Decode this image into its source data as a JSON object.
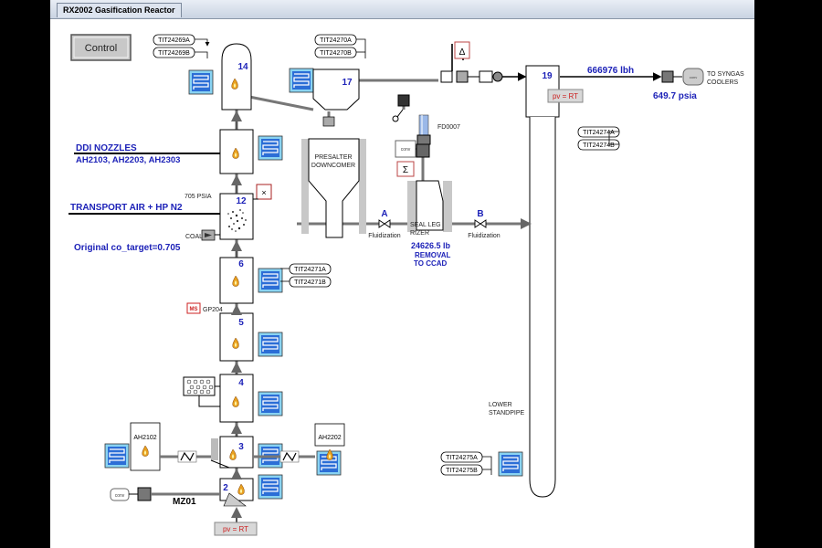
{
  "window": {
    "title": "RX2002 Gasification Reactor"
  },
  "toolbar": {
    "control_button": "Control"
  },
  "sections": {
    "s14": "14",
    "s17": "17",
    "s19": "19",
    "s12": "12",
    "s6": "6",
    "s5": "5",
    "s4": "4",
    "s3": "3",
    "s2": "2"
  },
  "tags": {
    "tit24269a": "TIT24269A",
    "tit24269b": "TIT24269B",
    "tit24270a": "TIT24270A",
    "tit24270b": "TIT24270B",
    "tit24274a": "TIT24274A",
    "tit24274b": "TIT24274B",
    "tit24271a": "TIT24271A",
    "tit24271b": "TIT24271B",
    "tit24275a": "TIT24275A",
    "tit24275b": "TIT24275B"
  },
  "labels": {
    "ddi_nozzles": "DDI NOZZLES",
    "ddi_ids": "AH2103, AH2203, AH2303",
    "transport_air": "TRANSPORT AIR + HP N2",
    "co_target": "Original co_target=0.705",
    "psia_705": "705 PSIA",
    "coal": "COAL",
    "gp204": "GP204",
    "ah2102": "AH2102",
    "ah2202": "AH2202",
    "mz01": "MZ01",
    "presalter_1": "PRESALTER",
    "presalter_2": "DOWNCOMER",
    "fd0007": "FD0007",
    "valve_a": "A",
    "valve_b": "B",
    "fluid_a": "Fluidization",
    "fluid_b": "Fluidization",
    "seal_1": "SEAL LEG",
    "seal_2": "RIZER",
    "removal_1": "24626.5 lb",
    "removal_2": "REMOVAL",
    "removal_3": "TO CCAD",
    "lower_1": "LOWER",
    "lower_2": "STANDPIPE",
    "flow": "666976 lbh",
    "pressure": "649.7 psia",
    "syngas_1": "TO SYNGAS",
    "syngas_2": "COOLERS",
    "pv_rt_top": "pv = RT",
    "pv_rt_bottom": "pv = RT",
    "ms": "MS",
    "conv": "conv",
    "delta": "Δ",
    "sigma": "Σ"
  },
  "colors": {
    "heater_fill": "#2c6ed6",
    "heater_frame": "#89d3f2",
    "label_blue": "#1d22b8",
    "flame": "#e8a020"
  }
}
